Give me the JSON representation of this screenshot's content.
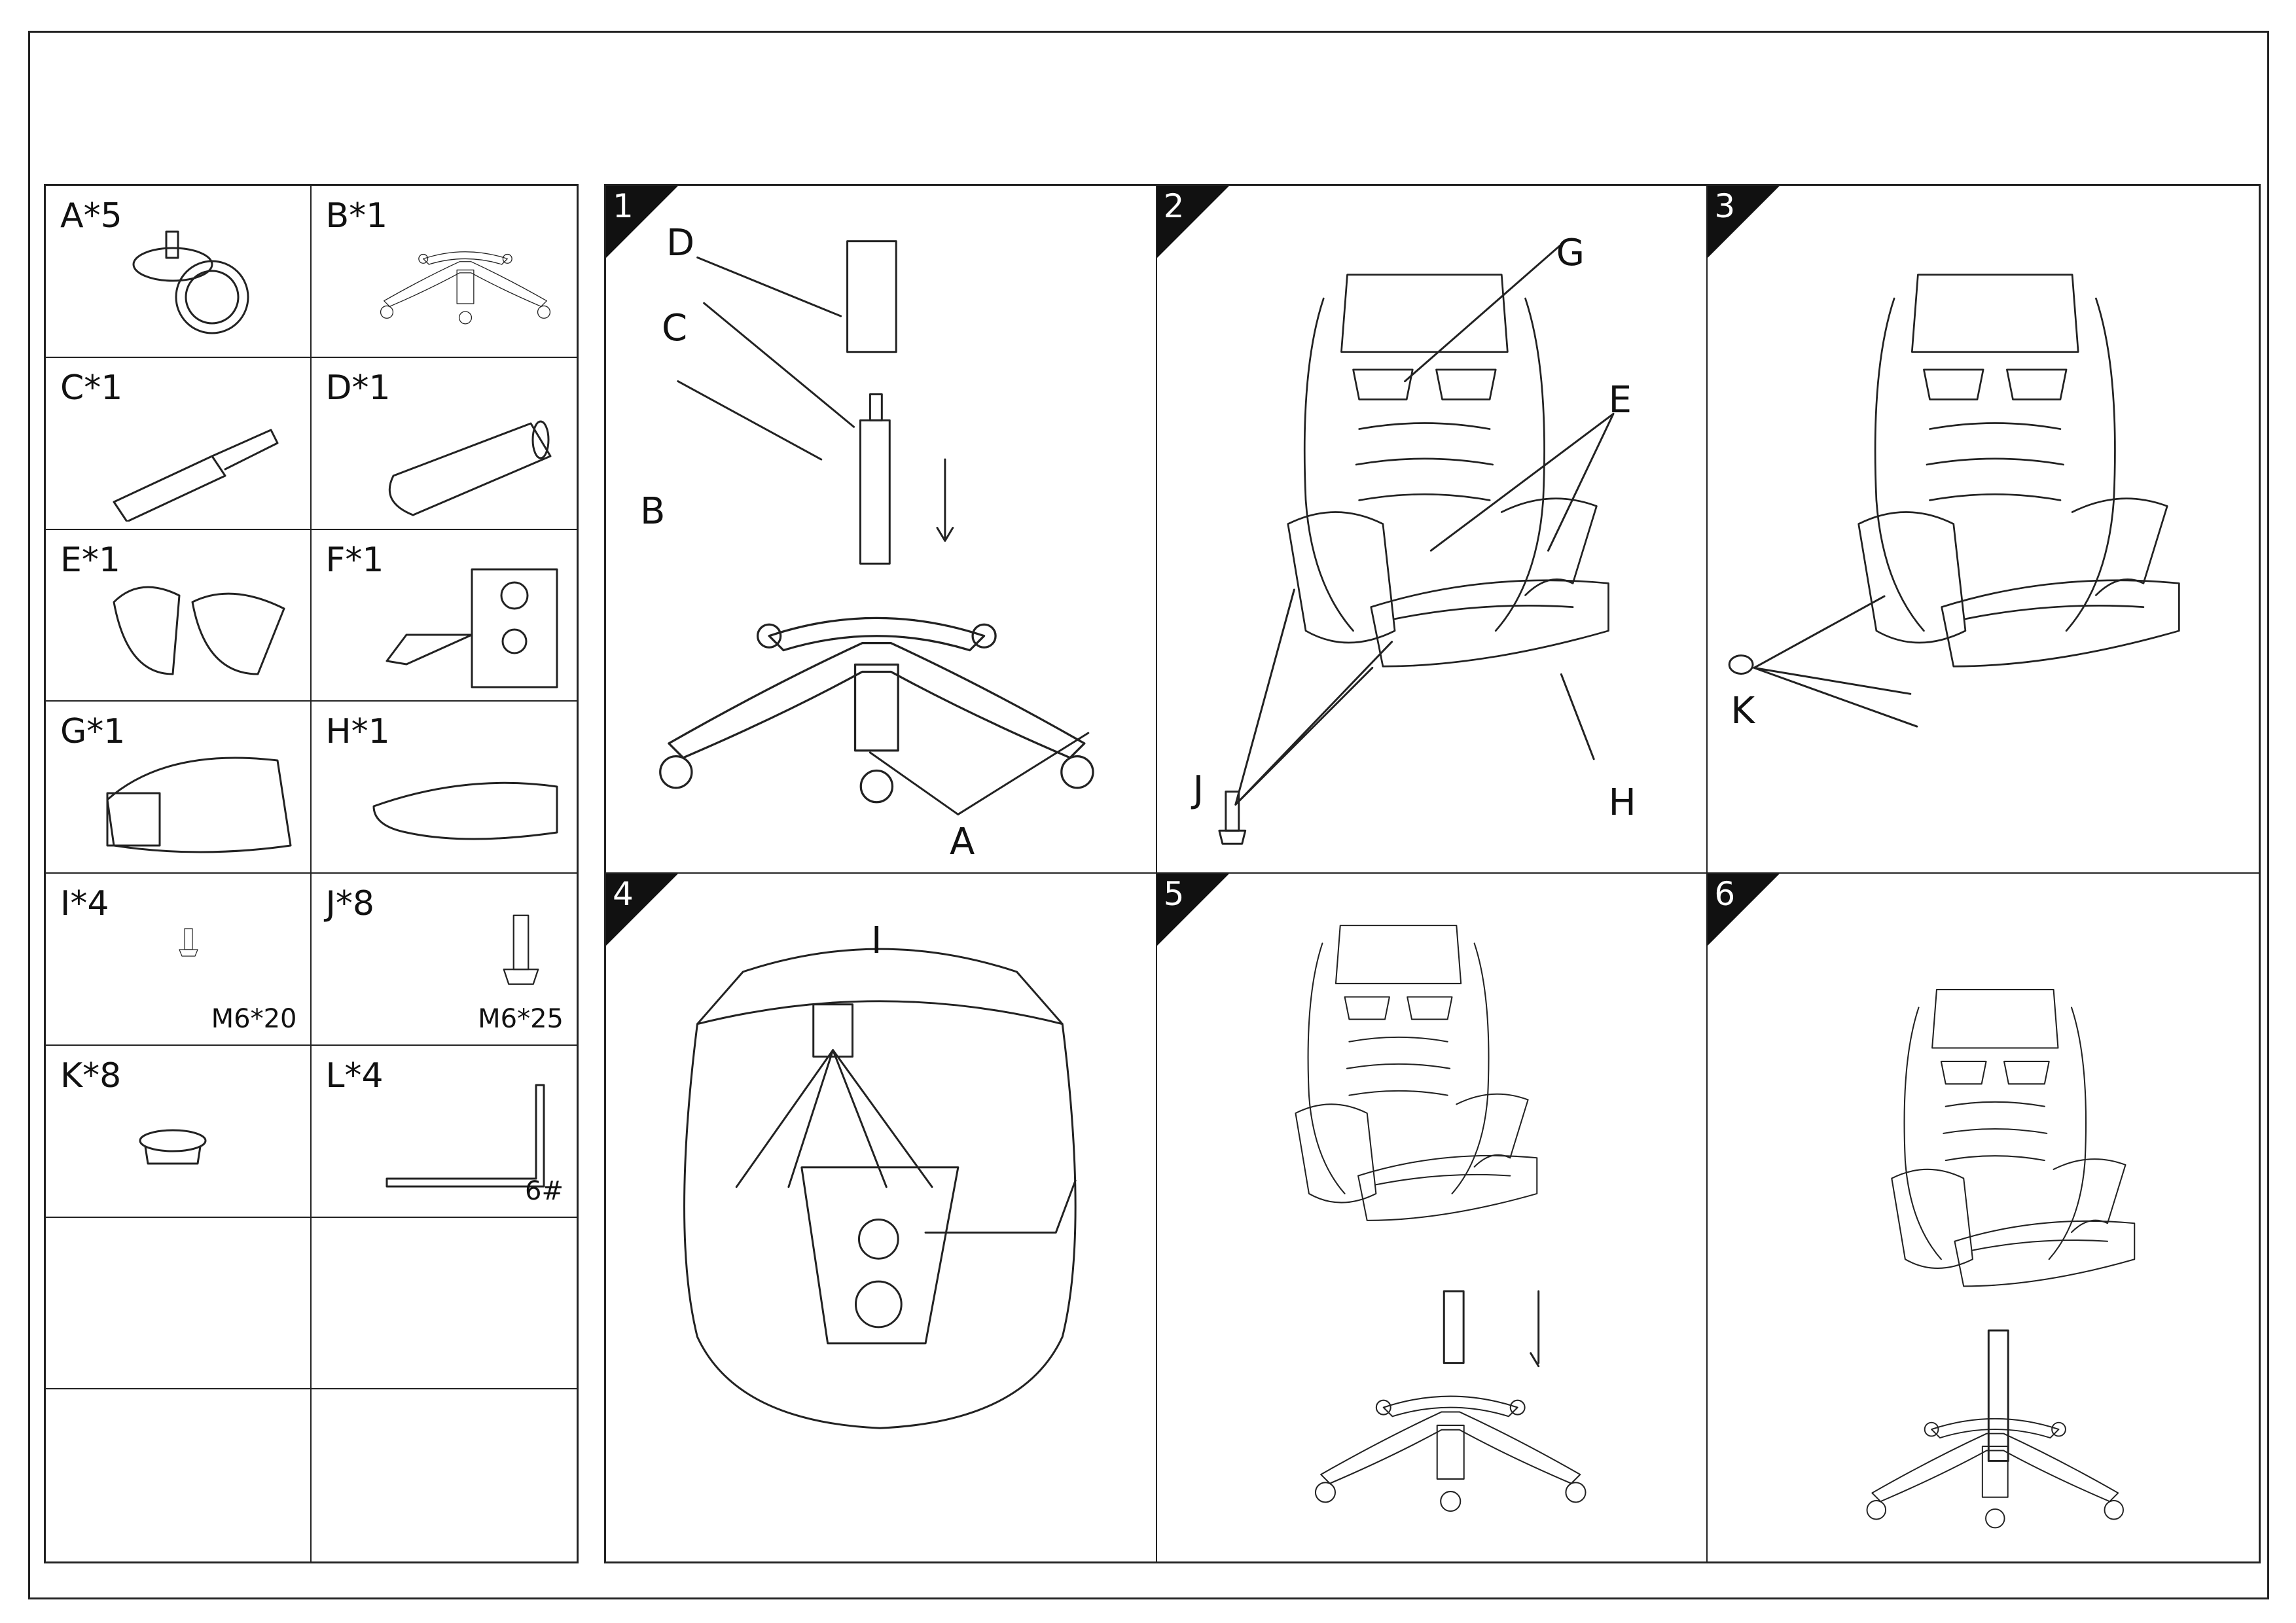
{
  "parts": [
    {
      "label": "A*5",
      "spec": ""
    },
    {
      "label": "B*1",
      "spec": ""
    },
    {
      "label": "C*1",
      "spec": ""
    },
    {
      "label": "D*1",
      "spec": ""
    },
    {
      "label": "E*1",
      "spec": ""
    },
    {
      "label": "F*1",
      "spec": ""
    },
    {
      "label": "G*1",
      "spec": ""
    },
    {
      "label": "H*1",
      "spec": ""
    },
    {
      "label": "I*4",
      "spec": "M6*20"
    },
    {
      "label": "J*8",
      "spec": "M6*25"
    },
    {
      "label": "K*8",
      "spec": ""
    },
    {
      "label": "L*4",
      "spec": "6#"
    }
  ],
  "steps": [
    {
      "number": "1",
      "callouts": [
        "D",
        "C",
        "B",
        "A"
      ]
    },
    {
      "number": "2",
      "callouts": [
        "G",
        "E",
        "J",
        "H"
      ]
    },
    {
      "number": "3",
      "callouts": [
        "K"
      ]
    },
    {
      "number": "4",
      "callouts": [
        "I"
      ]
    },
    {
      "number": "5",
      "callouts": []
    },
    {
      "number": "6",
      "callouts": []
    }
  ]
}
